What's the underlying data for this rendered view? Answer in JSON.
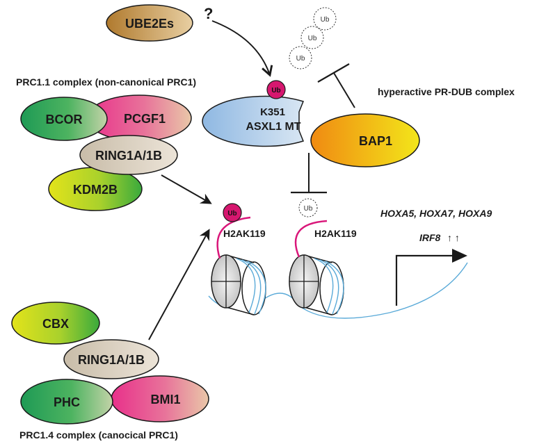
{
  "labels": {
    "question_mark": "?",
    "prc11_title": "PRC1.1 complex (non-canonical PRC1)",
    "prc14_title": "PRC1.4 complex (canocical PRC1)",
    "hyperactive": "hyperactive PR-DUB complex",
    "k351": "K351",
    "asxl1": "ASXL1 MT",
    "bap1": "BAP1",
    "h2ak119_left": "H2AK119",
    "h2ak119_right": "H2AK119",
    "genes_line1": "HOXA5, HOXA7, HOXA9",
    "genes_line2_gene": "IRF8",
    "genes_line2_arrows": "↑ ↑"
  },
  "ub_label": "Ub",
  "proteins": {
    "ube2es": "UBE2Es",
    "bcor": "BCOR",
    "pcgf1": "PCGF1",
    "ring_top": "RING1A/1B",
    "kdm2b": "KDM2B",
    "cbx": "CBX",
    "ring_bottom": "RING1A/1B",
    "phc": "PHC",
    "bmi1": "BMI1"
  },
  "colors": {
    "ub_magenta": "#d6176f",
    "h2a_tail": "#d9177a",
    "dna_blue": "#5aaad8"
  }
}
